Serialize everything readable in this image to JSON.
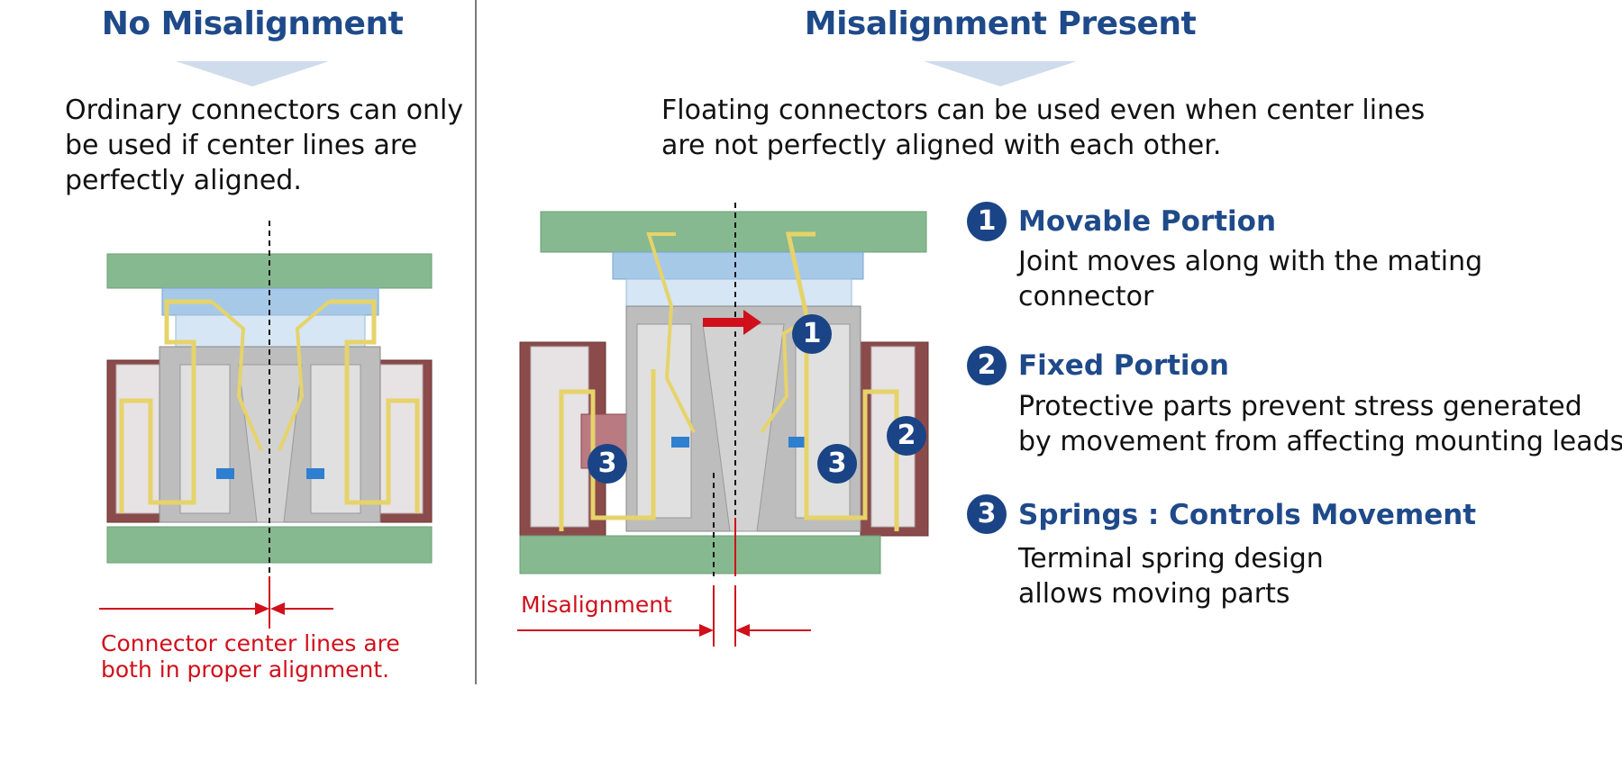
{
  "left": {
    "heading": "No Misalignment",
    "description_lines": [
      "Ordinary connectors can only",
      "be used if center lines are",
      "perfectly aligned."
    ],
    "caption_lines": [
      "Connector center lines are",
      "both in proper alignment."
    ]
  },
  "right": {
    "heading": "Misalignment Present",
    "description_lines": [
      "Floating connectors can be used even when center lines",
      "are not perfectly aligned with each other."
    ],
    "dimension_label": "Misalignment",
    "callouts": [
      "1",
      "2",
      "3",
      "3"
    ]
  },
  "features": [
    {
      "number": "1",
      "title": "Movable Portion",
      "lines": [
        "Joint moves along with the mating",
        "connector"
      ]
    },
    {
      "number": "2",
      "title": "Fixed Portion",
      "lines": [
        "Protective parts prevent stress generated",
        "by movement from affecting mounting leads"
      ]
    },
    {
      "number": "3",
      "title": "Springs : Controls Movement",
      "lines": [
        "Terminal spring design",
        "allows moving parts"
      ]
    }
  ],
  "colors": {
    "heading_blue": "#1f4a8a",
    "badge_navy": "#1a4486",
    "annotation_red": "#d0101b",
    "pcb_green": "#86b98f",
    "housing_maroon": "#8b4b4b",
    "spring_yellow": "#e6d36a",
    "mating_blue": "#bcd7ee",
    "arrow_pale_blue": "#cfdcec"
  },
  "icons": [
    "down-arrow-icon",
    "dashed-centerline",
    "dimension-arrow-icon",
    "movement-arrow-icon"
  ]
}
